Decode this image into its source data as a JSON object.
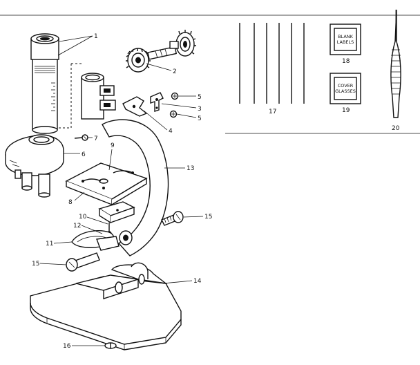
{
  "callouts": [
    {
      "id": "c1",
      "text": "1"
    },
    {
      "id": "c2",
      "text": "2"
    },
    {
      "id": "c3",
      "text": "3"
    },
    {
      "id": "c4",
      "text": "4"
    },
    {
      "id": "c5a",
      "text": "5"
    },
    {
      "id": "c5b",
      "text": "5"
    },
    {
      "id": "c6",
      "text": "6"
    },
    {
      "id": "c7",
      "text": "7"
    },
    {
      "id": "c8",
      "text": "8"
    },
    {
      "id": "c9",
      "text": "9"
    },
    {
      "id": "c10",
      "text": "10"
    },
    {
      "id": "c11",
      "text": "11"
    },
    {
      "id": "c12",
      "text": "12"
    },
    {
      "id": "c13",
      "text": "13"
    },
    {
      "id": "c14",
      "text": "14"
    },
    {
      "id": "c15a",
      "text": "15"
    },
    {
      "id": "c15b",
      "text": "15"
    },
    {
      "id": "c16",
      "text": "16"
    },
    {
      "id": "c17",
      "text": "17"
    },
    {
      "id": "c18",
      "text": "18"
    },
    {
      "id": "c19",
      "text": "19"
    },
    {
      "id": "c20",
      "text": "20"
    }
  ],
  "box_labels": {
    "blank_labels": [
      "BLANK",
      "LABELS"
    ],
    "cover_glasses": [
      "COVER",
      "GLASSES"
    ]
  }
}
